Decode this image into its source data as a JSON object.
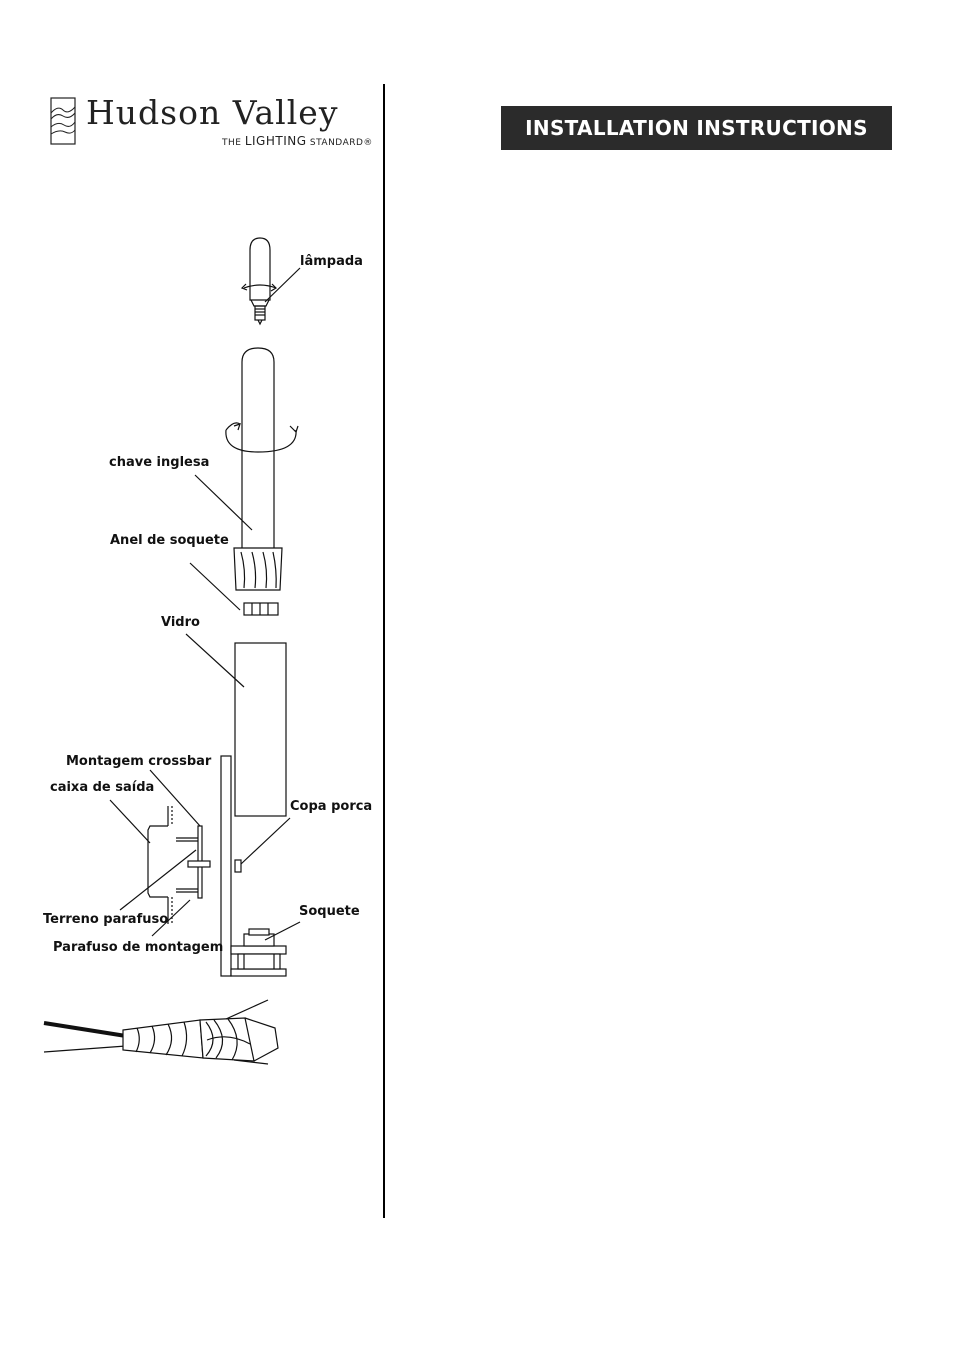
{
  "brand": {
    "name": "Hudson Valley",
    "tagline_the": "THE",
    "tagline_lighting": "LIGHTING",
    "tagline_standard": "STANDARD®"
  },
  "header": {
    "title": "INSTALLATION INSTRUCTIONS"
  },
  "diagram": {
    "labels": {
      "bulb": "lâmpada",
      "wrench": "chave inglesa",
      "socket_ring": "Anel de soquete",
      "glass": "Vidro",
      "mounting_crossbar": "Montagem crossbar",
      "outlet_box": "caixa de saída",
      "cup_nut": "Copa porca",
      "ground_screw": "Terreno parafuso",
      "socket": "Soquete",
      "mounting_screw": "Parafuso de montagem"
    }
  }
}
